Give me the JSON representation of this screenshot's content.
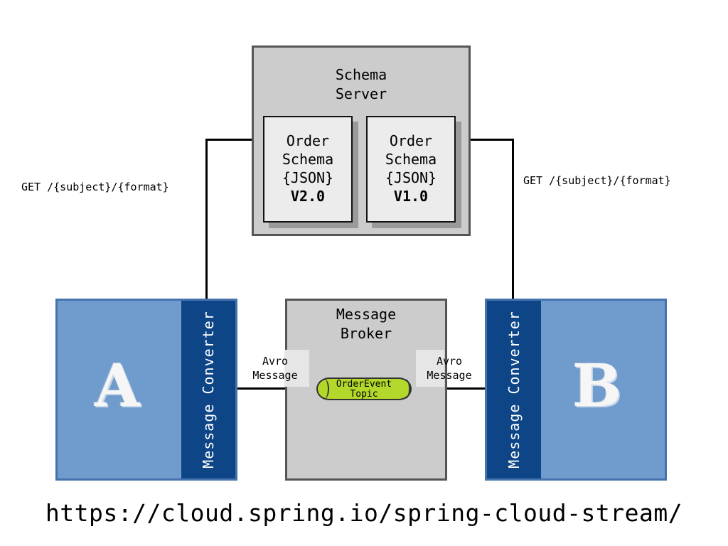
{
  "schema_server": {
    "title_line1": "Schema",
    "title_line2": "Server",
    "cards": [
      {
        "l1": "Order",
        "l2": "Schema",
        "l3": "{JSON}",
        "version": "V2.0"
      },
      {
        "l1": "Order",
        "l2": "Schema",
        "l3": "{JSON}",
        "version": "V1.0"
      }
    ]
  },
  "get_left": "GET /{subject}/{format}",
  "get_right": "GET /{subject}/{format}",
  "broker": {
    "title_line1": "Message",
    "title_line2": "Broker"
  },
  "topic": {
    "line1": "OrderEvent",
    "line2": "Topic"
  },
  "avro_left": {
    "line1": "Avro",
    "line2": "Message"
  },
  "avro_right": {
    "line1": "Avro",
    "line2": "Message"
  },
  "app_a": {
    "letter": "A",
    "converter": "Message Converter"
  },
  "app_b": {
    "letter": "B",
    "converter": "Message Converter"
  },
  "url": "https://cloud.spring.io/spring-cloud-stream/",
  "colors": {
    "app_fill": "#6f9ccd",
    "converter_fill": "#0d4586",
    "server_fill": "#cccccc",
    "topic_fill": "#b3d72b"
  }
}
